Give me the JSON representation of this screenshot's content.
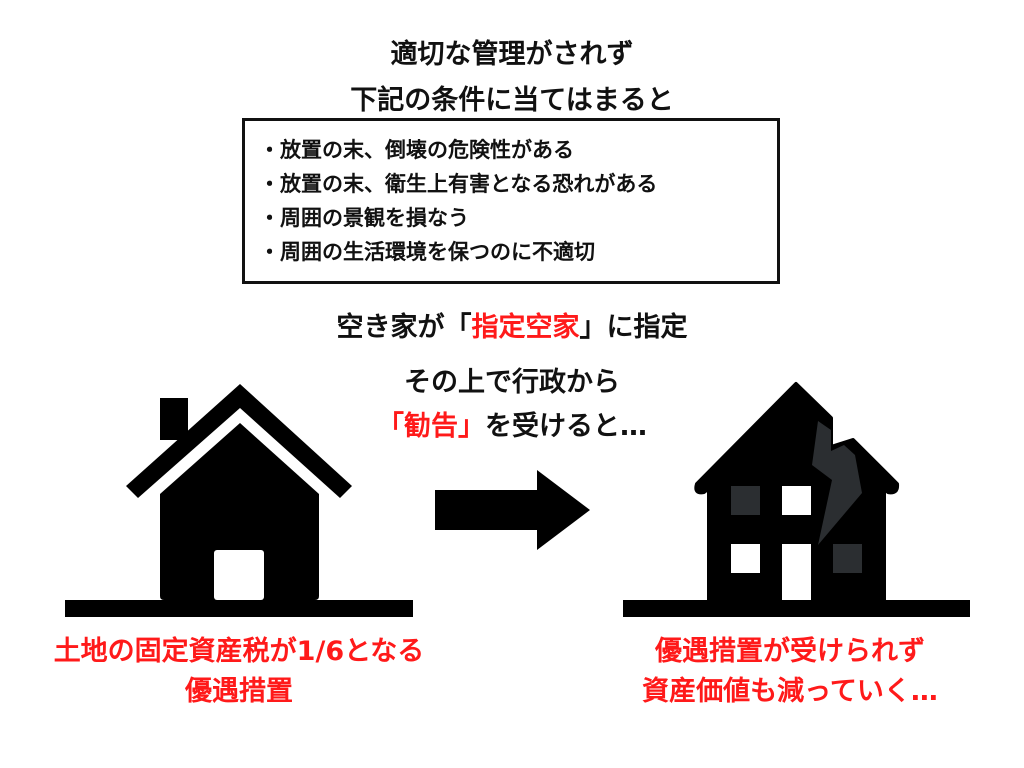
{
  "heading": {
    "line1": "適切な管理がされず",
    "line2": "下記の条件に当てはまると"
  },
  "conditions": [
    "放置の末、倒壊の危険性がある",
    "放置の末、衛生上有害となる恐れがある",
    "周囲の景観を損なう",
    "周囲の生活環境を保つのに不適切"
  ],
  "designation": {
    "pre": "空き家が",
    "open": "「",
    "highlight": "指定空家",
    "close": "」",
    "post": "に指定"
  },
  "recommendation": {
    "line1": "その上で行政から",
    "highlight": "「勧告」",
    "post": "を受けると…"
  },
  "left_caption": {
    "line1": "土地の固定資産税が1/6となる",
    "line2": "優遇措置"
  },
  "right_caption": {
    "line1": "優遇措置が受けられず",
    "line2": "資産価値も減っていく…"
  },
  "colors": {
    "accent": "#ff1a1a",
    "dark": "#2b2e31"
  }
}
